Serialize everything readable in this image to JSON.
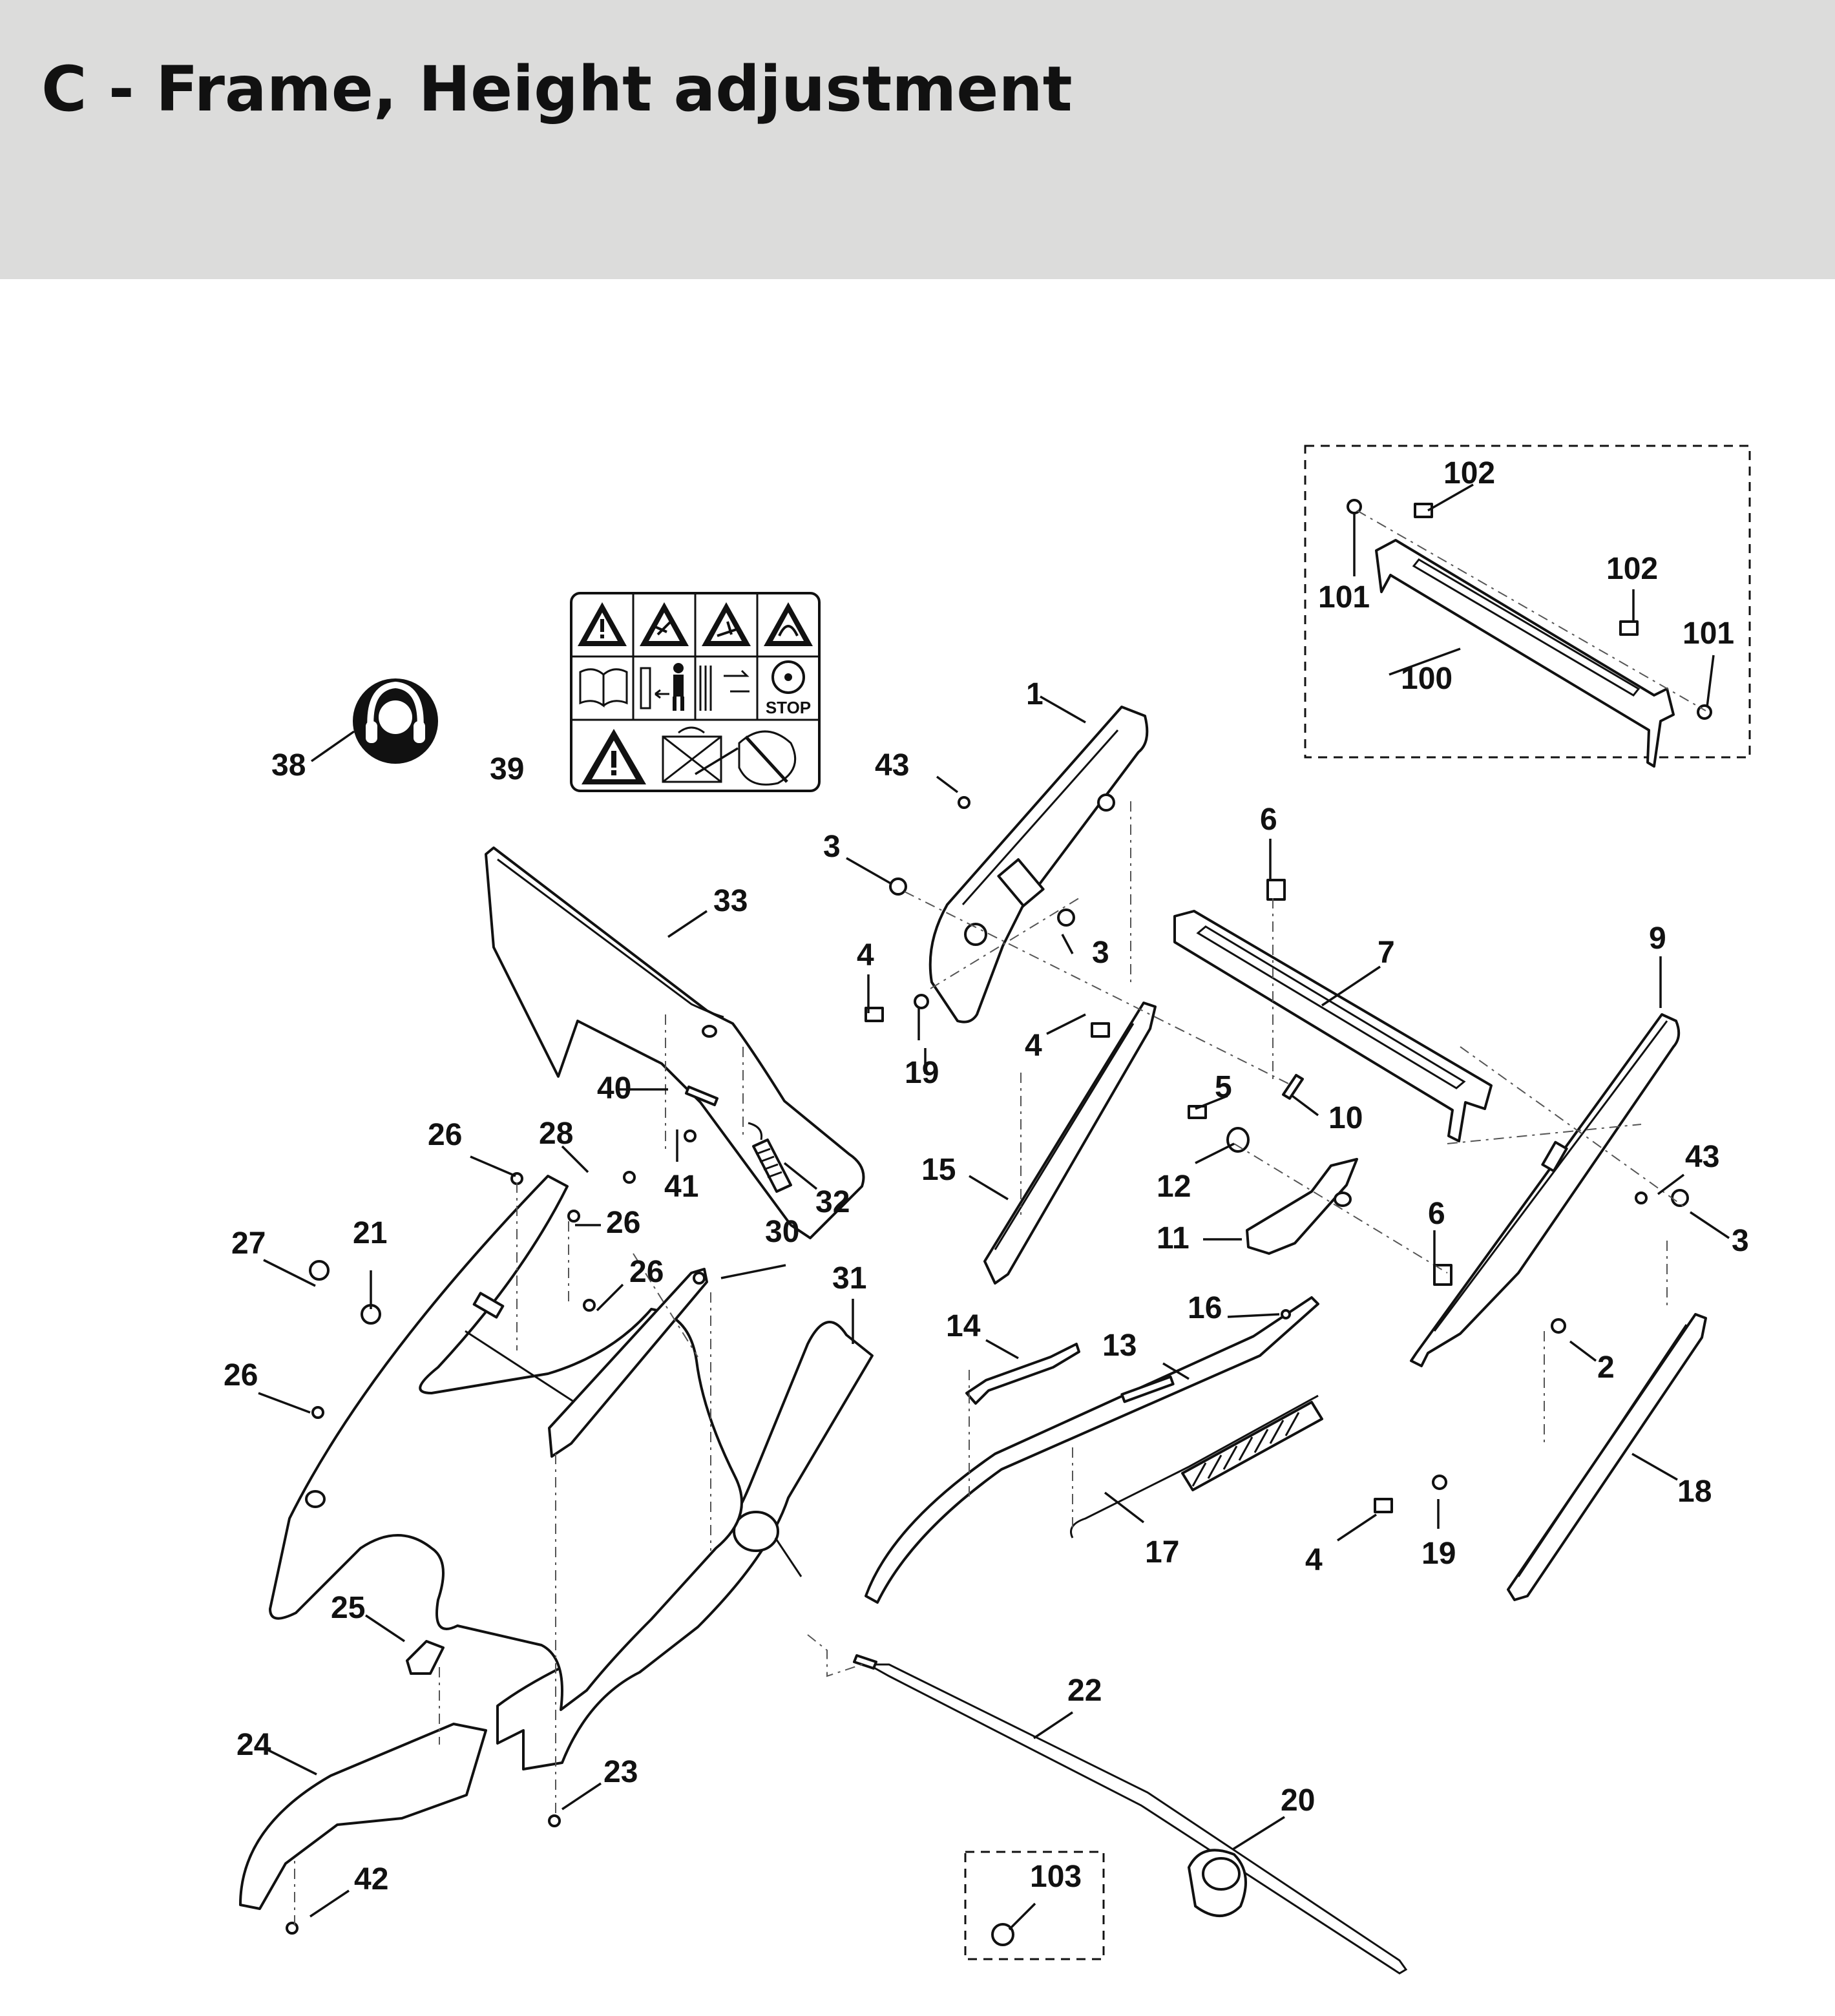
{
  "title": "C - Frame, Height adjustment",
  "sticker": {
    "stop_text": "STOP"
  },
  "callouts": [
    "1",
    "2",
    "3",
    "3",
    "3",
    "4",
    "4",
    "4",
    "5",
    "6",
    "6",
    "7",
    "9",
    "10",
    "11",
    "12",
    "13",
    "14",
    "15",
    "16",
    "17",
    "18",
    "19",
    "19",
    "20",
    "21",
    "22",
    "23",
    "24",
    "25",
    "26",
    "26",
    "26",
    "26",
    "27",
    "28",
    "30",
    "31",
    "32",
    "33",
    "38",
    "39",
    "40",
    "41",
    "42",
    "43",
    "43",
    "100",
    "101",
    "101",
    "102",
    "102",
    "103"
  ]
}
